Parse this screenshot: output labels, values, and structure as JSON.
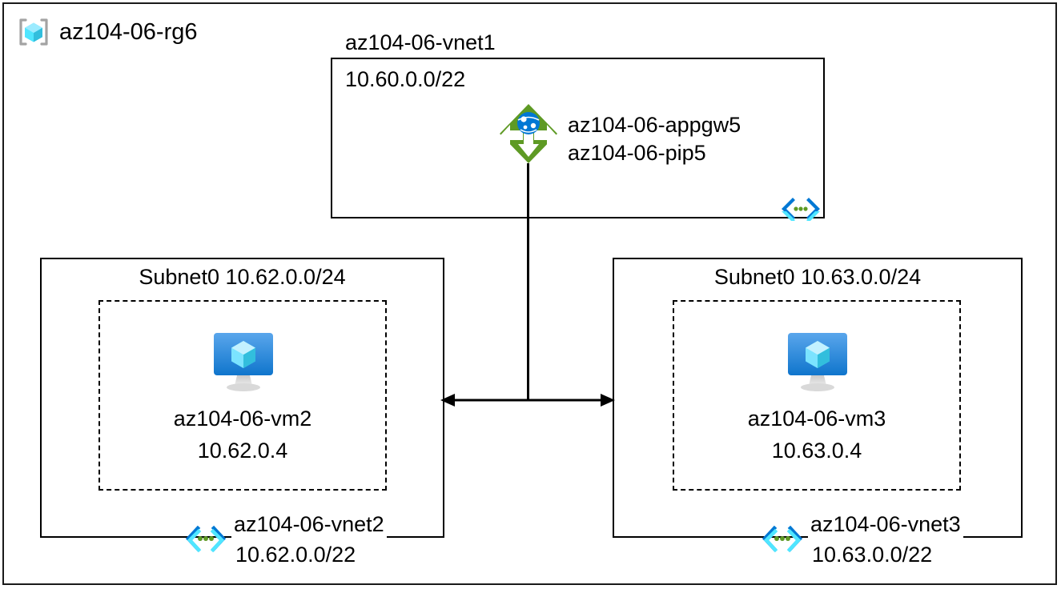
{
  "resource_group": {
    "name": "az104-06-rg6",
    "icon": "resource-group-cube-icon"
  },
  "vnet1": {
    "title": "az104-06-vnet1",
    "address_space": "10.60.0.0/22",
    "vnet_icon": "virtual-network-icon",
    "gateway": {
      "icon": "application-gateway-icon",
      "line1": "az104-06-appgw5",
      "line2": "az104-06-pip5"
    }
  },
  "vnet2": {
    "subnet_label": "Subnet0 10.62.0.0/24",
    "vm": {
      "icon": "virtual-machine-icon",
      "name": "az104-06-vm2",
      "ip": "10.62.0.4"
    },
    "footer_name": "az104-06-vnet2",
    "footer_cidr": "10.62.0.0/22",
    "vnet_icon": "virtual-network-icon"
  },
  "vnet3": {
    "subnet_label": "Subnet0 10.63.0.0/24",
    "vm": {
      "icon": "virtual-machine-icon",
      "name": "az104-06-vm3",
      "ip": "10.63.0.4"
    },
    "footer_name": "az104-06-vnet3",
    "footer_cidr": "10.63.0.0/22",
    "vnet_icon": "virtual-network-icon"
  },
  "connectors": {
    "peering_arrow": "bidirectional-peering-arrow",
    "gateway_drop_line": "gateway-vertical-connector"
  },
  "colors": {
    "stroke": "#000000",
    "azure_blue": "#0078D4",
    "azure_cyan": "#50E6FF",
    "gateway_green": "#5E9A24",
    "vnet_dot_green": "#5E9A24",
    "rg_bracket_gray": "#A3A3A3",
    "monitor_stand_gray": "#B3B3B3"
  }
}
